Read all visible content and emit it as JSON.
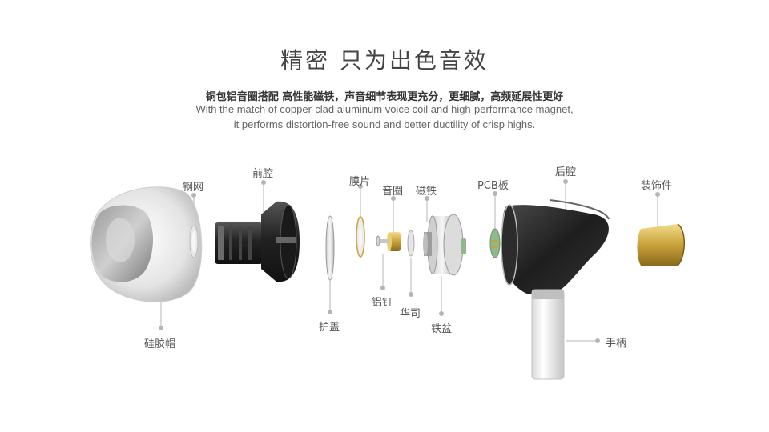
{
  "header": {
    "title": "精密  只为出色音效",
    "subtitle_cn": "铜包铝音圈搭配 高性能磁铁，声音细节表现更充分，更细腻，高频延展性更好",
    "subtitle_en_line1": "With the match of copper-clad aluminum voice coil and high-performance magnet,",
    "subtitle_en_line2": "it performs distortion-free sound and better ductility of crisp highs."
  },
  "parts": {
    "silicone_cap": "硅胶帽",
    "steel_mesh": "钢网",
    "front_cavity": "前腔",
    "cover": "护盖",
    "diaphragm": "膜片",
    "voice_coil": "音圈",
    "aluminum_nail": "铝钉",
    "washer": "华司",
    "magnet": "磁铁",
    "iron_basin": "铁盆",
    "pcb_board": "PCB板",
    "rear_cavity": "后腔",
    "handle": "手柄",
    "decoration": "装饰件"
  },
  "colors": {
    "gold": "#c9a23a",
    "dark_shell": "#2a2a2a",
    "leader_line": "#b5b5b5",
    "pcb_green": "#8fb98a"
  }
}
